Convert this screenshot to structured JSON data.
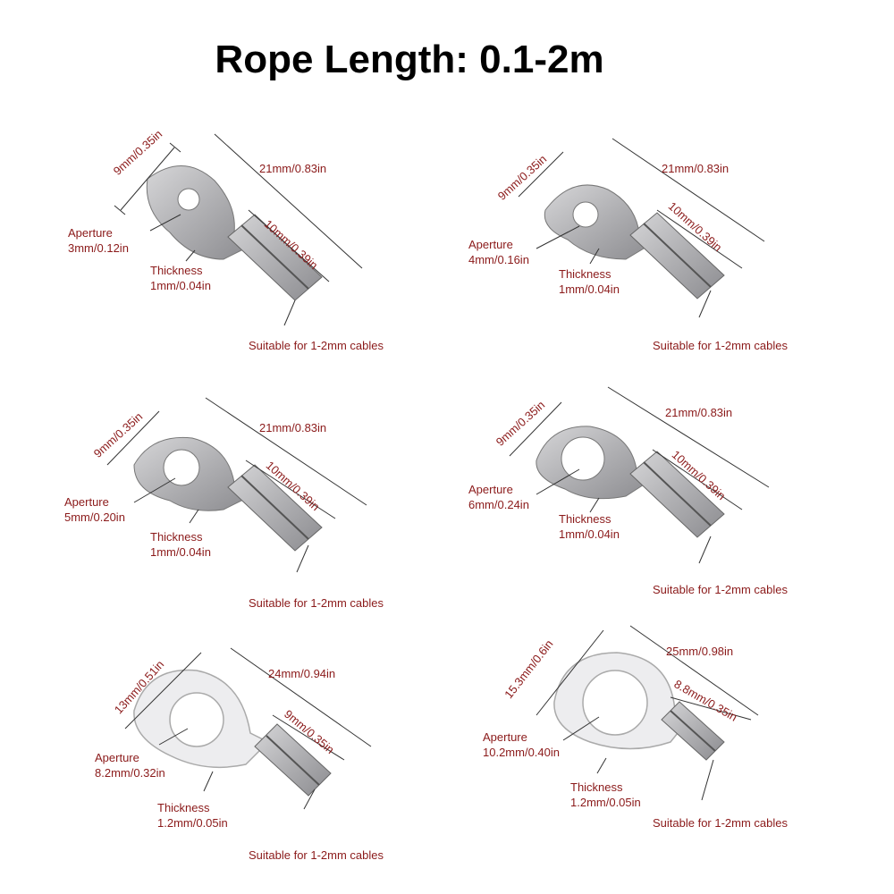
{
  "title": "Rope Length: 0.1-2m",
  "colors": {
    "label": "#8b1a1a",
    "metal": "#b5b5b7",
    "metal_dark": "#6d6d70",
    "clear": "#e8e8ea"
  },
  "terminals": [
    {
      "width": "9mm/0.35in",
      "length": "21mm/0.83in",
      "barrel": "10mm/0.39in",
      "aperture_label": "Aperture",
      "aperture": "3mm/0.12in",
      "thickness_label": "Thickness",
      "thickness": "1mm/0.04in",
      "cable": "Suitable for 1-2mm cables"
    },
    {
      "width": "9mm/0.35in",
      "length": "21mm/0.83in",
      "barrel": "10mm/0.39in",
      "aperture_label": "Aperture",
      "aperture": "4mm/0.16in",
      "thickness_label": "Thickness",
      "thickness": "1mm/0.04in",
      "cable": "Suitable for 1-2mm cables"
    },
    {
      "width": "9mm/0.35in",
      "length": "21mm/0.83in",
      "barrel": "10mm/0.39in",
      "aperture_label": "Aperture",
      "aperture": "5mm/0.20in",
      "thickness_label": "Thickness",
      "thickness": "1mm/0.04in",
      "cable": "Suitable for 1-2mm cables"
    },
    {
      "width": "9mm/0.35in",
      "length": "21mm/0.83in",
      "barrel": "10mm/0.39in",
      "aperture_label": "Aperture",
      "aperture": "6mm/0.24in",
      "thickness_label": "Thickness",
      "thickness": "1mm/0.04in",
      "cable": "Suitable for 1-2mm cables"
    },
    {
      "width": "13mm/0.51in",
      "length": "24mm/0.94in",
      "barrel": "9mm/0.35in",
      "aperture_label": "Aperture",
      "aperture": "8.2mm/0.32in",
      "thickness_label": "Thickness",
      "thickness": "1.2mm/0.05in",
      "cable": "Suitable for 1-2mm cables"
    },
    {
      "width": "15.3mm/0.6in",
      "length": "25mm/0.98in",
      "barrel": "8.8mm/0.35in",
      "aperture_label": "Aperture",
      "aperture": "10.2mm/0.40in",
      "thickness_label": "Thickness",
      "thickness": "1.2mm/0.05in",
      "cable": "Suitable for 1-2mm cables"
    }
  ]
}
